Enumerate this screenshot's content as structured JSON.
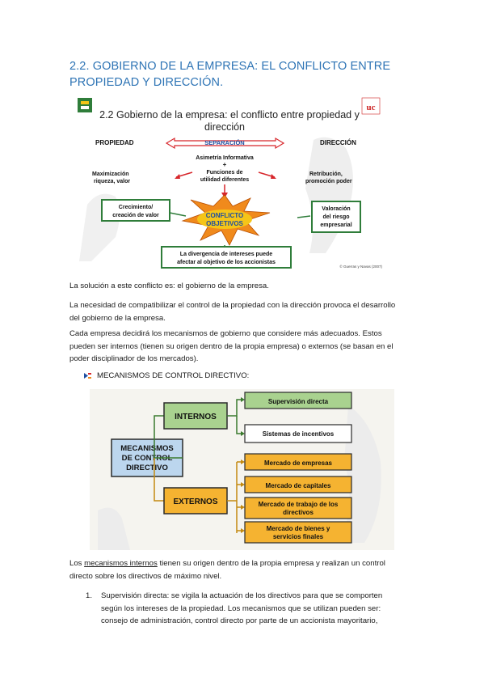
{
  "heading": {
    "line1": "2.2. GOBIERNO DE LA EMPRESA: EL CONFLICTO ENTRE",
    "line2": "PROPIEDAD Y DIRECCIÓN."
  },
  "slide": {
    "title1": "2.2 Gobierno de la empresa: el conflicto entre propiedad y",
    "title2": "dirección",
    "propiedad": "PROPIEDAD",
    "separacion": "SEPARACIÓN",
    "direccion": "DIRECCIÓN",
    "asimetria": "Asimetría Informativa",
    "plus": "+",
    "funciones1": "Funciones de",
    "funciones2": "utilidad diferentes",
    "max1": "Maximización",
    "max2": "riqueza, valor",
    "retri1": "Retribución,",
    "retri2": "promoción poder",
    "crec1": "Crecimiento/",
    "crec2": "creación de valor",
    "conflicto1": "CONFLICTO",
    "conflicto2": "OBJETIVOS",
    "val1": "Valoración",
    "val2": "del riesgo",
    "val3": "empresarial",
    "div1": "La divergencia de intereses puede",
    "div2": "afectar al objetivo de los accionistas",
    "credit": "© Guerras y Navas (2007)",
    "logo_right": "uc"
  },
  "paragraphs": {
    "p1": "La solución a este conflicto es: el gobierno de la empresa.",
    "p2_l1": "La necesidad de compatibilizar el control de la propiedad con la dirección provoca el desarrollo",
    "p2_l2": "del gobierno de la empresa.",
    "p3_l1": "Cada empresa decidirá los mecanismos de gobierno que considere más adecuados. Estos",
    "p3_l2": "pueden ser internos (tienen su origen dentro de la propia empresa) o externos (se basan en el",
    "p3_l3": "poder disciplinador de los mercados)."
  },
  "bullet": {
    "text": "MECANISMOS DE CONTROL DIRECTIVO:"
  },
  "mechanisms": {
    "root1": "MECANISMOS",
    "root2": "DE CONTROL",
    "root3": "DIRECTIVO",
    "internos": "INTERNOS",
    "externos": "EXTERNOS",
    "sup": "Supervisión directa",
    "sis": "Sistemas de incentivos",
    "m1": "Mercado de empresas",
    "m2": "Mercado de capitales",
    "m3a": "Mercado de trabajo de los",
    "m3b": "directivos",
    "m4a": "Mercado de bienes y",
    "m4b": "servicios finales"
  },
  "internos_para": {
    "pre": "Los ",
    "link": "mecanismos internos",
    "post": " tienen su origen dentro de la propia empresa y realizan un control",
    "l2": "directo sobre los directivos de máximo nivel."
  },
  "list": {
    "num": "1.",
    "l1": "Supervisión directa: se vigila la actuación de los directivos para que se comporten",
    "l2": "según los intereses de la propiedad. Los mecanismos que se utilizan pueden ser:",
    "l3": "consejo de administración, control directo por parte de un accionista mayoritario,"
  },
  "colors": {
    "heading": "#2e74b5",
    "green_box": "#2f7d3a",
    "yellow": "#ffe36b",
    "orange_star": "#f08a1c",
    "red_arrow": "#d7262b",
    "mech_green": "#a9d28f",
    "mech_orange": "#f5b331"
  }
}
